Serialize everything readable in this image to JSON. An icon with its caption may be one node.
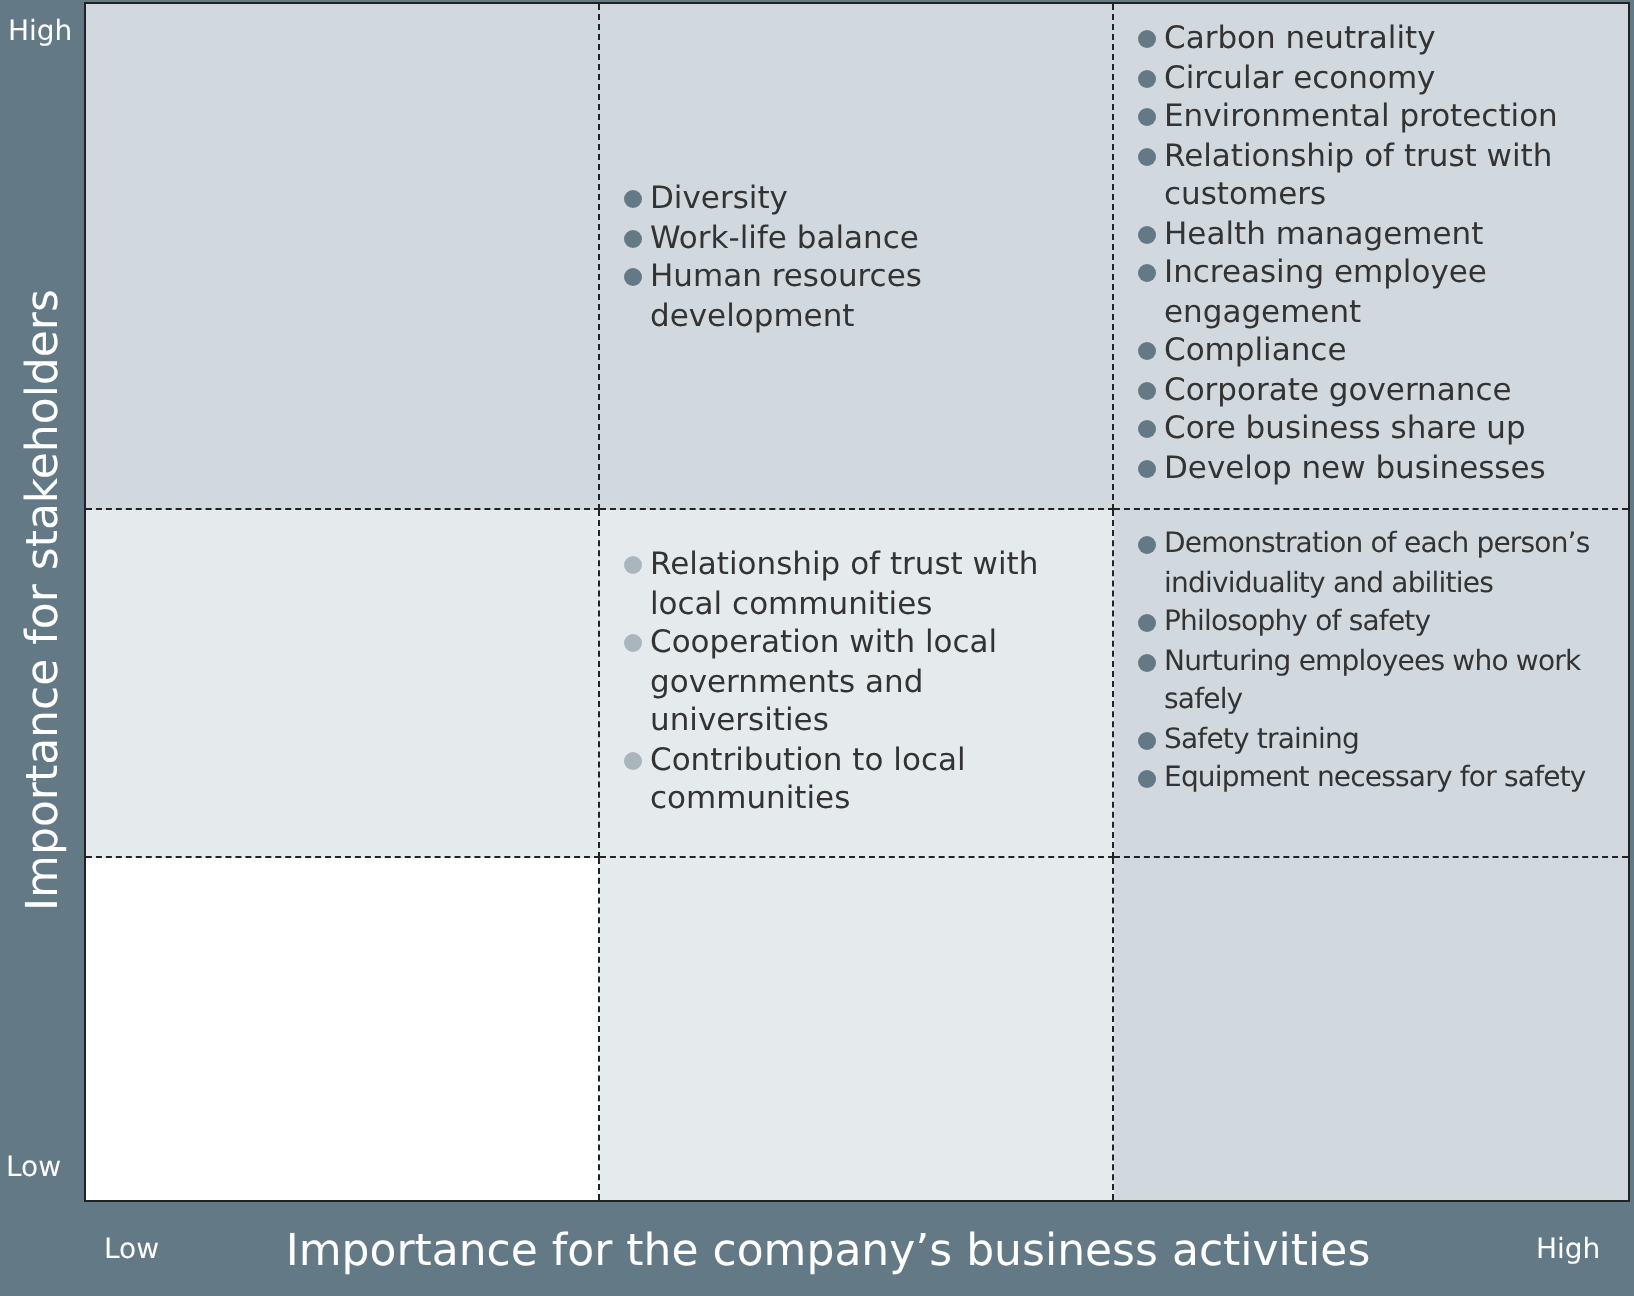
{
  "diagram": {
    "nodes": [
      {
        "text": [],
        "shape": "box"
      },
      {
        "text": [
          "Diversity",
          "Work-life balance",
          "Human resources development"
        ]
      },
      {
        "text": [
          "Carbon neutrality",
          "Circular economy",
          "Environmental protection",
          "Relationship of trust with customers",
          "Health management",
          "Increasing employee engagement",
          "Compliance",
          "Corporate governance",
          "Core business share up",
          "Develop new businesses"
        ]
      },
      {
        "text": [],
        "shape": "box"
      },
      {
        "text": [
          "Relationship of trust with local communities",
          "Cooperation with local governments and universities",
          "Contribution to local communities"
        ]
      },
      {
        "text": [
          "Demonstration of each person’s individuality and abilities",
          "Philosophy of safety",
          "Nurturing employees who work safely",
          "Safety training",
          "Equipment necessary for safety"
        ]
      },
      {
        "text": [],
        "shape": "box"
      },
      {
        "text": [],
        "shape": "box"
      },
      {
        "text": [],
        "shape": "box"
      }
    ],
    "labels": [
      "High",
      "Importance for stakeholders",
      "Low",
      "Low",
      "Importance for the company’s business activities",
      "High"
    ]
  }
}
